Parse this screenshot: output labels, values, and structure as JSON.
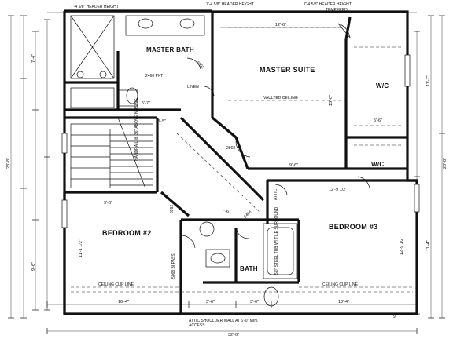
{
  "rooms": {
    "master_suite": "MASTER SUITE",
    "master_bath": "MASTER BATH",
    "bedroom2": "BEDROOM #2",
    "bedroom3": "BEDROOM #3",
    "bath": "BATH",
    "wic_upper": "W/C",
    "wic_lower": "W/C"
  },
  "notes": {
    "header_top_left": "7'-4 5/8\" HEADER HEIGHT",
    "header_top_mid": "7'-4 5/8\" HEADER HEIGHT",
    "header_top_right": "7'-4 5/8\" HEADER HEIGHT",
    "tempered": "TEMPERED",
    "vaulted": "VAULTED CEILING",
    "ceiling_clip_left": "CEILING CLIP LINE",
    "ceiling_clip_right": "CEILING CLIP LINE",
    "attic_shoulder": "ATTIC SHOULDER WALL AT 6'-0\" MIN.",
    "attic_access": "ACCESS",
    "attic_label": "ATTIC",
    "linen": "LINEN",
    "door_pkt": "2468 PKT",
    "bi_pass": "5068 BI PASS",
    "tub_surround": "5'0\" STEEL TUB W/ TILE SURROUND",
    "handrail": "HANDRAIL @ 36\" ABOVE NOSING",
    "shelf_lower_right": "9'",
    "door_2868": "2868",
    "door_2468": "2468",
    "door_6992": "6992",
    "door_6992b": "6992"
  },
  "dimensions": {
    "overall_bottom": "32'-0\"",
    "master_top": "12'-6\"",
    "bottom_left": "10'-4\"",
    "bottom_mid": "3'-6\"",
    "bottom_mid2": "3'-0\"",
    "bottom_right": "10'-4\"",
    "left_total": "28'-8\"",
    "right_total": "28'-8\"",
    "bed2_width": "9'-6\"",
    "bed3_width": "12'-9 1/2\"",
    "master_depth": "13'-0\"",
    "bed3_depth": "12'-9 1/2\"",
    "bed2_depth": "11'-1 1/2\"",
    "bath_w": "5'-7\"",
    "left_a": "7'-4\"",
    "left_b": "9'-6\"",
    "right_a": "11'-7\"",
    "right_b": "11'-4\"",
    "hall_a": "3'-5\"",
    "hall_b": "7'-6\"",
    "wic_w": "5'-6\"",
    "stair_w": "9'-6\""
  }
}
